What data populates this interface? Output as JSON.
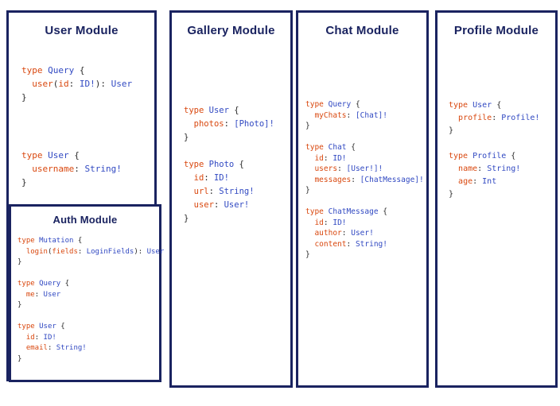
{
  "colors": {
    "navy": "#1a2360",
    "kw": "#d9480f",
    "tn": "#3149c2",
    "fd": "#d9480f",
    "ty": "#3149c2",
    "pl": "#2b2b2b"
  },
  "modules": {
    "user": {
      "title": "User Module"
    },
    "auth": {
      "title": "Auth Module"
    },
    "gallery": {
      "title": "Gallery Module"
    },
    "chat": {
      "title": "Chat Module"
    },
    "profile": {
      "title": "Profile Module"
    }
  },
  "code": {
    "user_query": [
      [
        [
          "kw",
          "type"
        ],
        [
          "pl",
          " "
        ],
        [
          "tn",
          "Query"
        ],
        [
          "pl",
          " {"
        ]
      ],
      [
        [
          "pl",
          "  "
        ],
        [
          "fd",
          "user"
        ],
        [
          "pl",
          "("
        ],
        [
          "fd",
          "id"
        ],
        [
          "pl",
          ": "
        ],
        [
          "ty",
          "ID!"
        ],
        [
          "pl",
          "): "
        ],
        [
          "ty",
          "User"
        ]
      ],
      [
        [
          "pl",
          "}"
        ]
      ]
    ],
    "user_user": [
      [
        [
          "kw",
          "type"
        ],
        [
          "pl",
          " "
        ],
        [
          "tn",
          "User"
        ],
        [
          "pl",
          " {"
        ]
      ],
      [
        [
          "pl",
          "  "
        ],
        [
          "fd",
          "username"
        ],
        [
          "pl",
          ": "
        ],
        [
          "ty",
          "String!"
        ]
      ],
      [
        [
          "pl",
          "}"
        ]
      ]
    ],
    "auth": [
      [
        [
          "kw",
          "type"
        ],
        [
          "pl",
          " "
        ],
        [
          "tn",
          "Mutation"
        ],
        [
          "pl",
          " {"
        ]
      ],
      [
        [
          "pl",
          "  "
        ],
        [
          "fd",
          "login"
        ],
        [
          "pl",
          "("
        ],
        [
          "fd",
          "fields"
        ],
        [
          "pl",
          ": "
        ],
        [
          "ty",
          "LoginFields"
        ],
        [
          "pl",
          "): "
        ],
        [
          "ty",
          "User"
        ]
      ],
      [
        [
          "pl",
          "}"
        ]
      ],
      [],
      [
        [
          "kw",
          "type"
        ],
        [
          "pl",
          " "
        ],
        [
          "tn",
          "Query"
        ],
        [
          "pl",
          " {"
        ]
      ],
      [
        [
          "pl",
          "  "
        ],
        [
          "fd",
          "me"
        ],
        [
          "pl",
          ": "
        ],
        [
          "ty",
          "User"
        ]
      ],
      [
        [
          "pl",
          "}"
        ]
      ],
      [],
      [
        [
          "kw",
          "type"
        ],
        [
          "pl",
          " "
        ],
        [
          "tn",
          "User"
        ],
        [
          "pl",
          " {"
        ]
      ],
      [
        [
          "pl",
          "  "
        ],
        [
          "fd",
          "id"
        ],
        [
          "pl",
          ": "
        ],
        [
          "ty",
          "ID!"
        ]
      ],
      [
        [
          "pl",
          "  "
        ],
        [
          "fd",
          "email"
        ],
        [
          "pl",
          ": "
        ],
        [
          "ty",
          "String!"
        ]
      ],
      [
        [
          "pl",
          "}"
        ]
      ]
    ],
    "gallery": [
      [
        [
          "kw",
          "type"
        ],
        [
          "pl",
          " "
        ],
        [
          "tn",
          "User"
        ],
        [
          "pl",
          " {"
        ]
      ],
      [
        [
          "pl",
          "  "
        ],
        [
          "fd",
          "photos"
        ],
        [
          "pl",
          ": "
        ],
        [
          "ty",
          "[Photo]!"
        ]
      ],
      [
        [
          "pl",
          "}"
        ]
      ],
      [],
      [
        [
          "kw",
          "type"
        ],
        [
          "pl",
          " "
        ],
        [
          "tn",
          "Photo"
        ],
        [
          "pl",
          " {"
        ]
      ],
      [
        [
          "pl",
          "  "
        ],
        [
          "fd",
          "id"
        ],
        [
          "pl",
          ": "
        ],
        [
          "ty",
          "ID!"
        ]
      ],
      [
        [
          "pl",
          "  "
        ],
        [
          "fd",
          "url"
        ],
        [
          "pl",
          ": "
        ],
        [
          "ty",
          "String!"
        ]
      ],
      [
        [
          "pl",
          "  "
        ],
        [
          "fd",
          "user"
        ],
        [
          "pl",
          ": "
        ],
        [
          "ty",
          "User!"
        ]
      ],
      [
        [
          "pl",
          "}"
        ]
      ]
    ],
    "chat": [
      [
        [
          "kw",
          "type"
        ],
        [
          "pl",
          " "
        ],
        [
          "tn",
          "Query"
        ],
        [
          "pl",
          " {"
        ]
      ],
      [
        [
          "pl",
          "  "
        ],
        [
          "fd",
          "myChats"
        ],
        [
          "pl",
          ": "
        ],
        [
          "ty",
          "[Chat]!"
        ]
      ],
      [
        [
          "pl",
          "}"
        ]
      ],
      [],
      [
        [
          "kw",
          "type"
        ],
        [
          "pl",
          " "
        ],
        [
          "tn",
          "Chat"
        ],
        [
          "pl",
          " {"
        ]
      ],
      [
        [
          "pl",
          "  "
        ],
        [
          "fd",
          "id"
        ],
        [
          "pl",
          ": "
        ],
        [
          "ty",
          "ID!"
        ]
      ],
      [
        [
          "pl",
          "  "
        ],
        [
          "fd",
          "users"
        ],
        [
          "pl",
          ": "
        ],
        [
          "ty",
          "[User!]!"
        ]
      ],
      [
        [
          "pl",
          "  "
        ],
        [
          "fd",
          "messages"
        ],
        [
          "pl",
          ": "
        ],
        [
          "ty",
          "[ChatMessage]!"
        ]
      ],
      [
        [
          "pl",
          "}"
        ]
      ],
      [],
      [
        [
          "kw",
          "type"
        ],
        [
          "pl",
          " "
        ],
        [
          "tn",
          "ChatMessage"
        ],
        [
          "pl",
          " {"
        ]
      ],
      [
        [
          "pl",
          "  "
        ],
        [
          "fd",
          "id"
        ],
        [
          "pl",
          ": "
        ],
        [
          "ty",
          "ID!"
        ]
      ],
      [
        [
          "pl",
          "  "
        ],
        [
          "fd",
          "author"
        ],
        [
          "pl",
          ": "
        ],
        [
          "ty",
          "User!"
        ]
      ],
      [
        [
          "pl",
          "  "
        ],
        [
          "fd",
          "content"
        ],
        [
          "pl",
          ": "
        ],
        [
          "ty",
          "String!"
        ]
      ],
      [
        [
          "pl",
          "}"
        ]
      ]
    ],
    "profile": [
      [
        [
          "kw",
          "type"
        ],
        [
          "pl",
          " "
        ],
        [
          "tn",
          "User"
        ],
        [
          "pl",
          " {"
        ]
      ],
      [
        [
          "pl",
          "  "
        ],
        [
          "fd",
          "profile"
        ],
        [
          "pl",
          ": "
        ],
        [
          "ty",
          "Profile!"
        ]
      ],
      [
        [
          "pl",
          "}"
        ]
      ],
      [],
      [
        [
          "kw",
          "type"
        ],
        [
          "pl",
          " "
        ],
        [
          "tn",
          "Profile"
        ],
        [
          "pl",
          " {"
        ]
      ],
      [
        [
          "pl",
          "  "
        ],
        [
          "fd",
          "name"
        ],
        [
          "pl",
          ": "
        ],
        [
          "ty",
          "String!"
        ]
      ],
      [
        [
          "pl",
          "  "
        ],
        [
          "fd",
          "age"
        ],
        [
          "pl",
          ": "
        ],
        [
          "ty",
          "Int"
        ]
      ],
      [
        [
          "pl",
          "}"
        ]
      ]
    ]
  }
}
